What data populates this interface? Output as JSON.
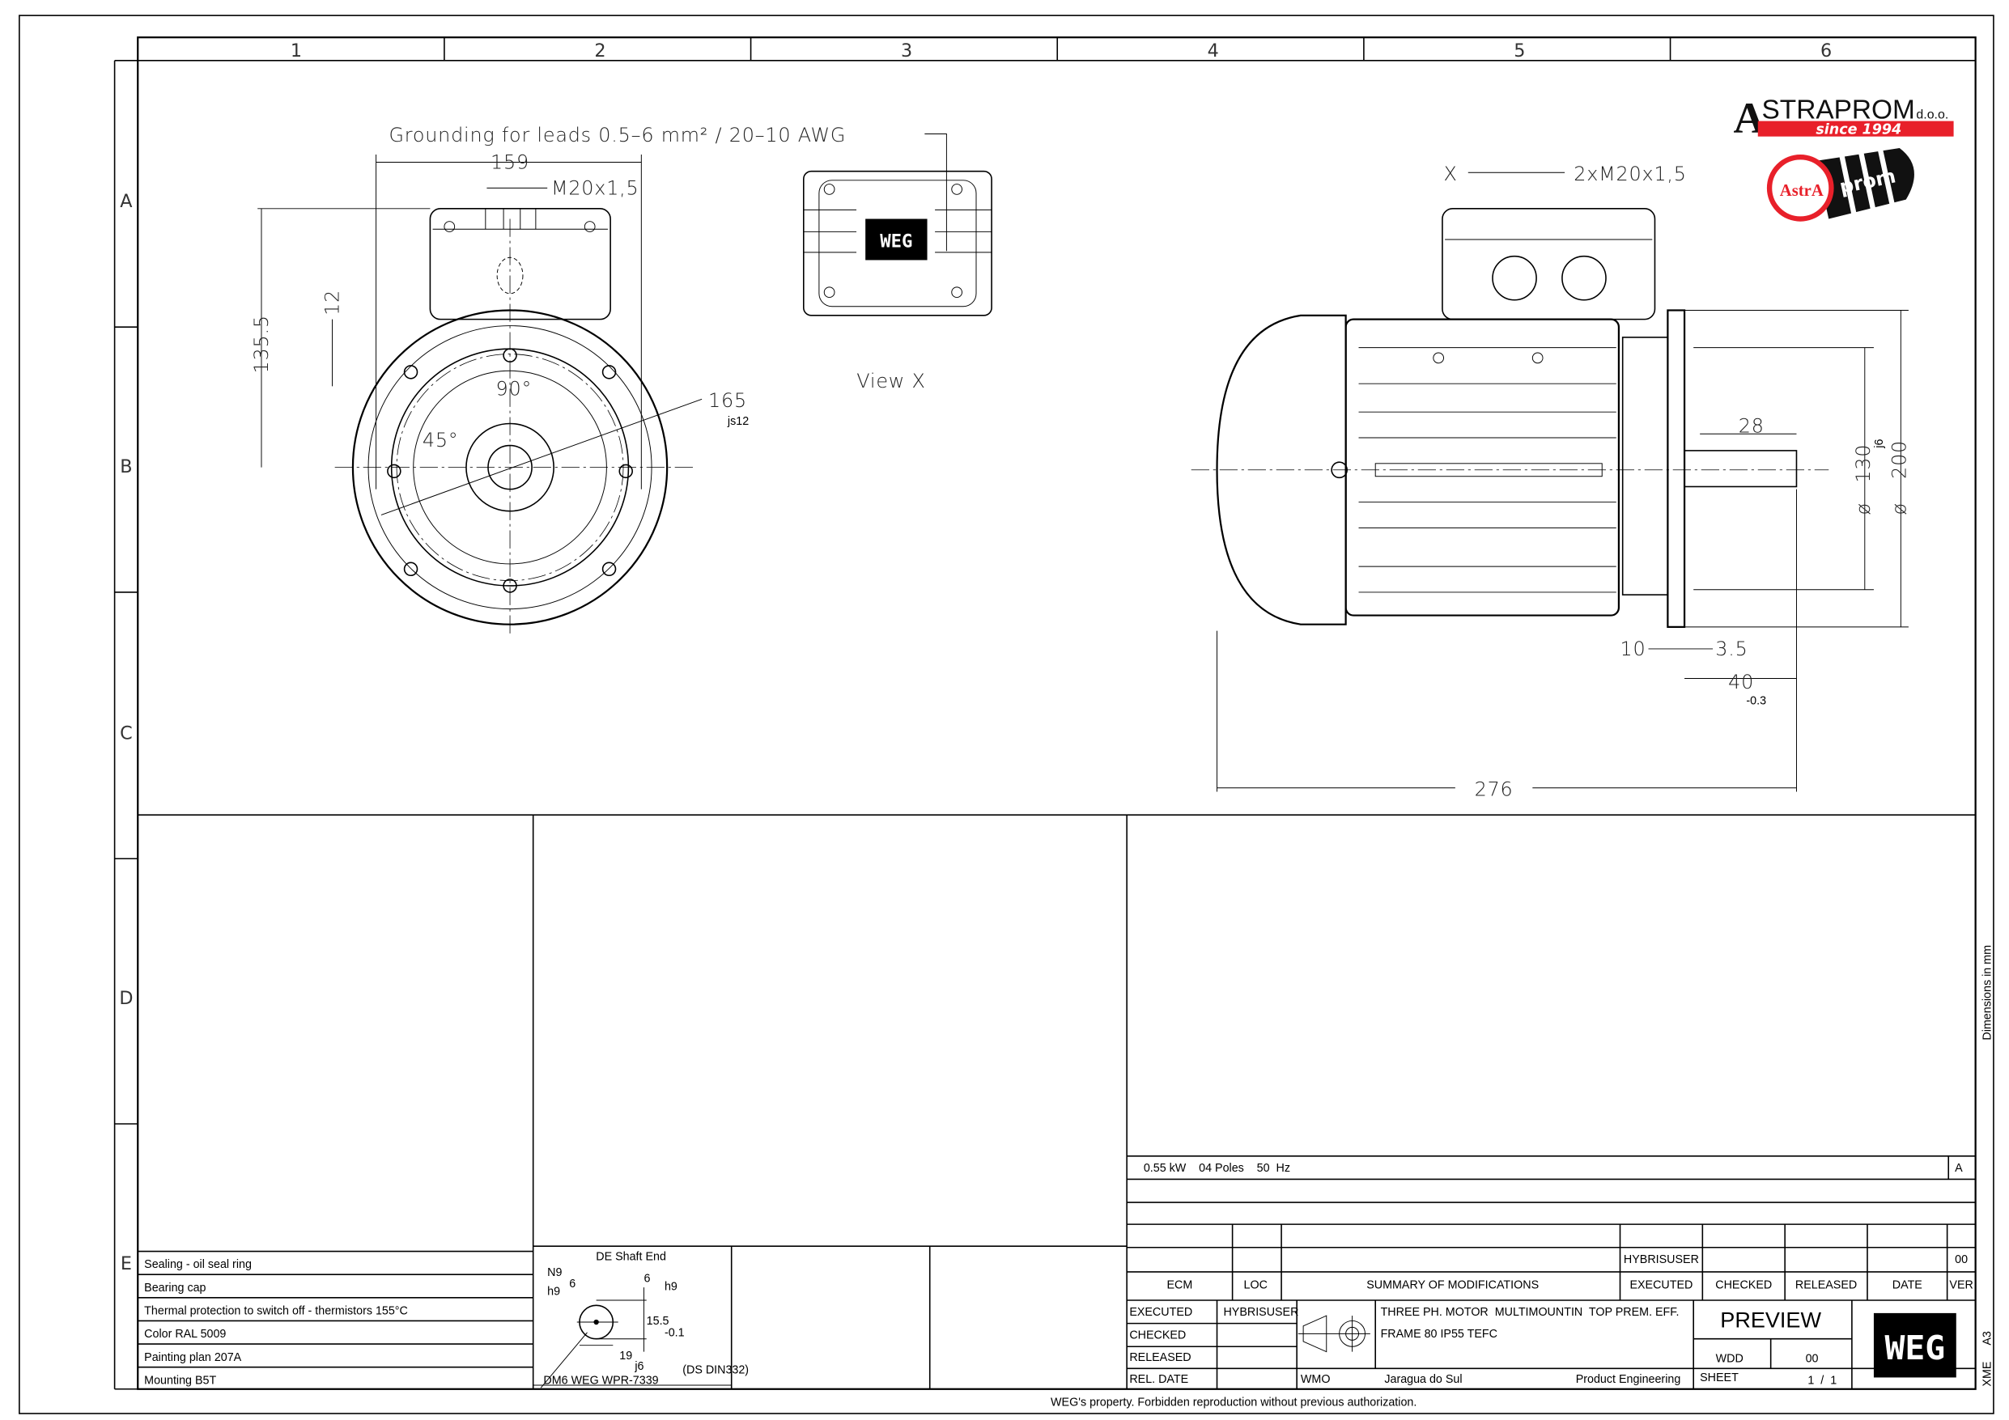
{
  "frame": {
    "columns": [
      "1",
      "2",
      "3",
      "4",
      "5",
      "6"
    ],
    "rows": [
      "A",
      "B",
      "C",
      "D",
      "E"
    ],
    "side_note": "Dimensions in mm",
    "sheet_format": "A3",
    "sheet_code": "XME",
    "footer": "WEG's property. Forbidden reproduction without previous authorization."
  },
  "drawing": {
    "grounding_note": "Grounding for leads 0.5–6 mm² / 20–10 AWG",
    "front": {
      "width_159": "159",
      "gland": "M20x1,5",
      "height_135_5": "135.5",
      "offset_12": "12",
      "angle_90": "90°",
      "angle_45": "45°",
      "pcd_165": "165",
      "pcd_tol": "js12"
    },
    "view_x_label": "View  X",
    "side": {
      "x_mark": "X",
      "glands": "2xM20x1,5",
      "shaft_len_28": "28",
      "dia_symbol": "ø",
      "spigot_130": "130",
      "spigot_tol": "j6",
      "flange_200": "200",
      "dim_10": "10",
      "dim_3_5": "3.5",
      "dim_40": "40",
      "dim_40_tol": "-0.3",
      "length_276": "276"
    }
  },
  "logos": {
    "astraprom_name": "STRAPROM",
    "astraprom_suffix": "d.o.o.",
    "astraprom_since": "since 1994",
    "astra": "AstrA",
    "prom": "prom",
    "weg": "WEG",
    "brand_red": "#e8202a"
  },
  "notes": [
    "Sealing - oil seal ring",
    "Bearing cap",
    "Thermal protection to switch off - thermistors 155°C",
    "Color RAL 5009",
    "Painting plan 207A",
    "Mounting B5T"
  ],
  "shaft_end": {
    "title": "DE Shaft End",
    "n9": "N9",
    "h9a": "h9",
    "key_w": "6",
    "key_h": "6",
    "h9b": "h9",
    "dim_15_5": "15.5",
    "tol_15_5": "-0.1",
    "dia_19": "19",
    "tol_19": "j6",
    "standard": "(DS DIN332)",
    "center_hole": "DM6 WEG WPR-7339"
  },
  "title_block": {
    "rating": "0.55 kW    04 Poles    50  Hz",
    "revision_letter": "A",
    "rev_executed_by": "HYBRISUSER",
    "rev_ver": "00",
    "headers": [
      "ECM",
      "LOC",
      "SUMMARY OF MODIFICATIONS",
      "EXECUTED",
      "CHECKED",
      "RELEASED",
      "DATE",
      "VER"
    ],
    "executed_label": "EXECUTED",
    "executed_by": "HYBRISUSER",
    "checked_label": "CHECKED",
    "released_label": "RELEASED",
    "rel_date_label": "REL. DATE",
    "description_1": "THREE PH. MOTOR  MULTIMOUNTIN  TOP PREM. EFF.",
    "description_2": "FRAME 80 IP55 TEFC",
    "status": "PREVIEW",
    "doc_type": "WDD",
    "doc_ver": "00",
    "wmo": "WMO",
    "location": "Jaragua do Sul",
    "department": "Product Engineering",
    "sheet_label": "SHEET",
    "sheet_value": "1  /  1"
  }
}
